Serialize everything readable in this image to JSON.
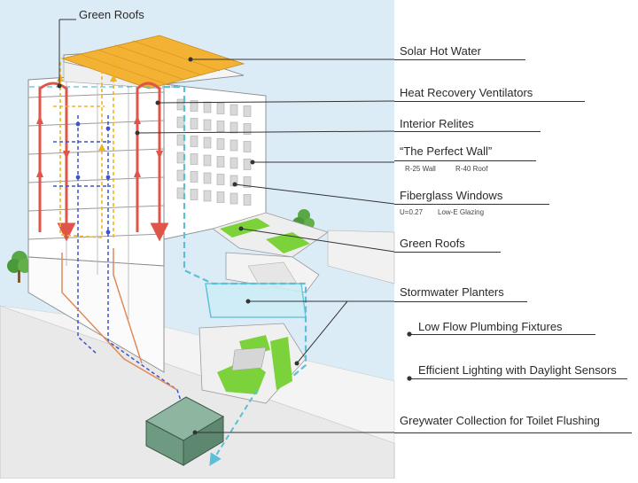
{
  "top_label": "Green Roofs",
  "callouts": [
    {
      "id": "solar",
      "label": "Solar Hot Water",
      "sub": []
    },
    {
      "id": "hrv",
      "label": "Heat Recovery Ventilators",
      "sub": []
    },
    {
      "id": "relites",
      "label": "Interior Relites",
      "sub": []
    },
    {
      "id": "wall",
      "label": "“The Perfect Wall”",
      "sub": [
        "R-25 Wall",
        "R-40 Roof"
      ]
    },
    {
      "id": "windows",
      "label": "Fiberglass Windows",
      "sub": [
        "U=0.27",
        "Low-E Glazing"
      ]
    },
    {
      "id": "greenroofs",
      "label": "Green Roofs",
      "sub": []
    },
    {
      "id": "stormwater",
      "label": "Stormwater Planters",
      "sub": []
    },
    {
      "id": "plumbing",
      "label": "Low Flow Plumbing Fixtures",
      "sub": []
    },
    {
      "id": "lighting",
      "label": "Efficient Lighting with Daylight Sensors",
      "sub": []
    },
    {
      "id": "greywater",
      "label": "Greywater Collection for Toilet Flushing",
      "sub": []
    }
  ],
  "colors": {
    "sky": "#dcecf7",
    "solar": "#f3b233",
    "heat_loop": "#e0554a",
    "dashed_yellow": "#f2b21f",
    "dashed_blue": "#3d55c9",
    "dashed_orange": "#e08a5a",
    "stormwater": "#5bbfd6",
    "green": "#7cd23a",
    "greywater_tank": "#6f9a82",
    "building_line": "#8a8a8a"
  }
}
